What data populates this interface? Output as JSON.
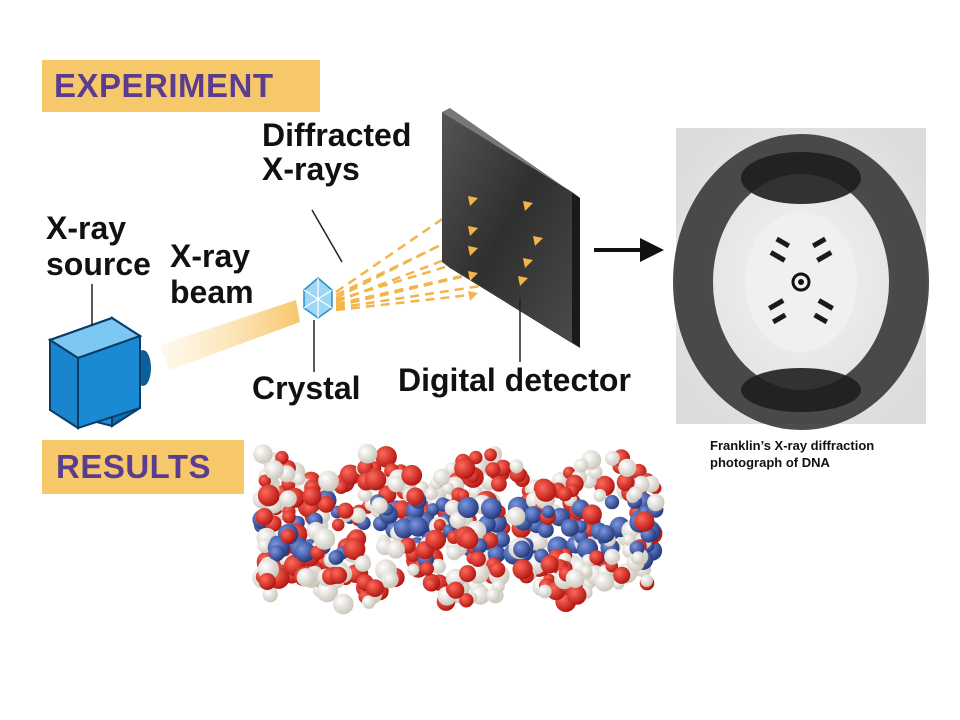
{
  "banners": {
    "experiment": "EXPERIMENT",
    "results": "RESULTS"
  },
  "labels": {
    "diffracted": "Diffracted X-rays",
    "source": "X-ray source",
    "beam": "X-ray beam",
    "crystal": "Crystal",
    "detector": "Digital detector"
  },
  "caption": "Franklin’s X-ray diffraction photograph of DNA",
  "colors": {
    "banner": "#f7c86a",
    "banner_text": "#5b3d8f",
    "source_box": "#1e8fd8",
    "beam": "#f6c66a",
    "detector": "#3b3b3b",
    "atom_red": "#d6231f",
    "atom_white": "#f4f2ec",
    "atom_blue": "#3f5fae"
  }
}
